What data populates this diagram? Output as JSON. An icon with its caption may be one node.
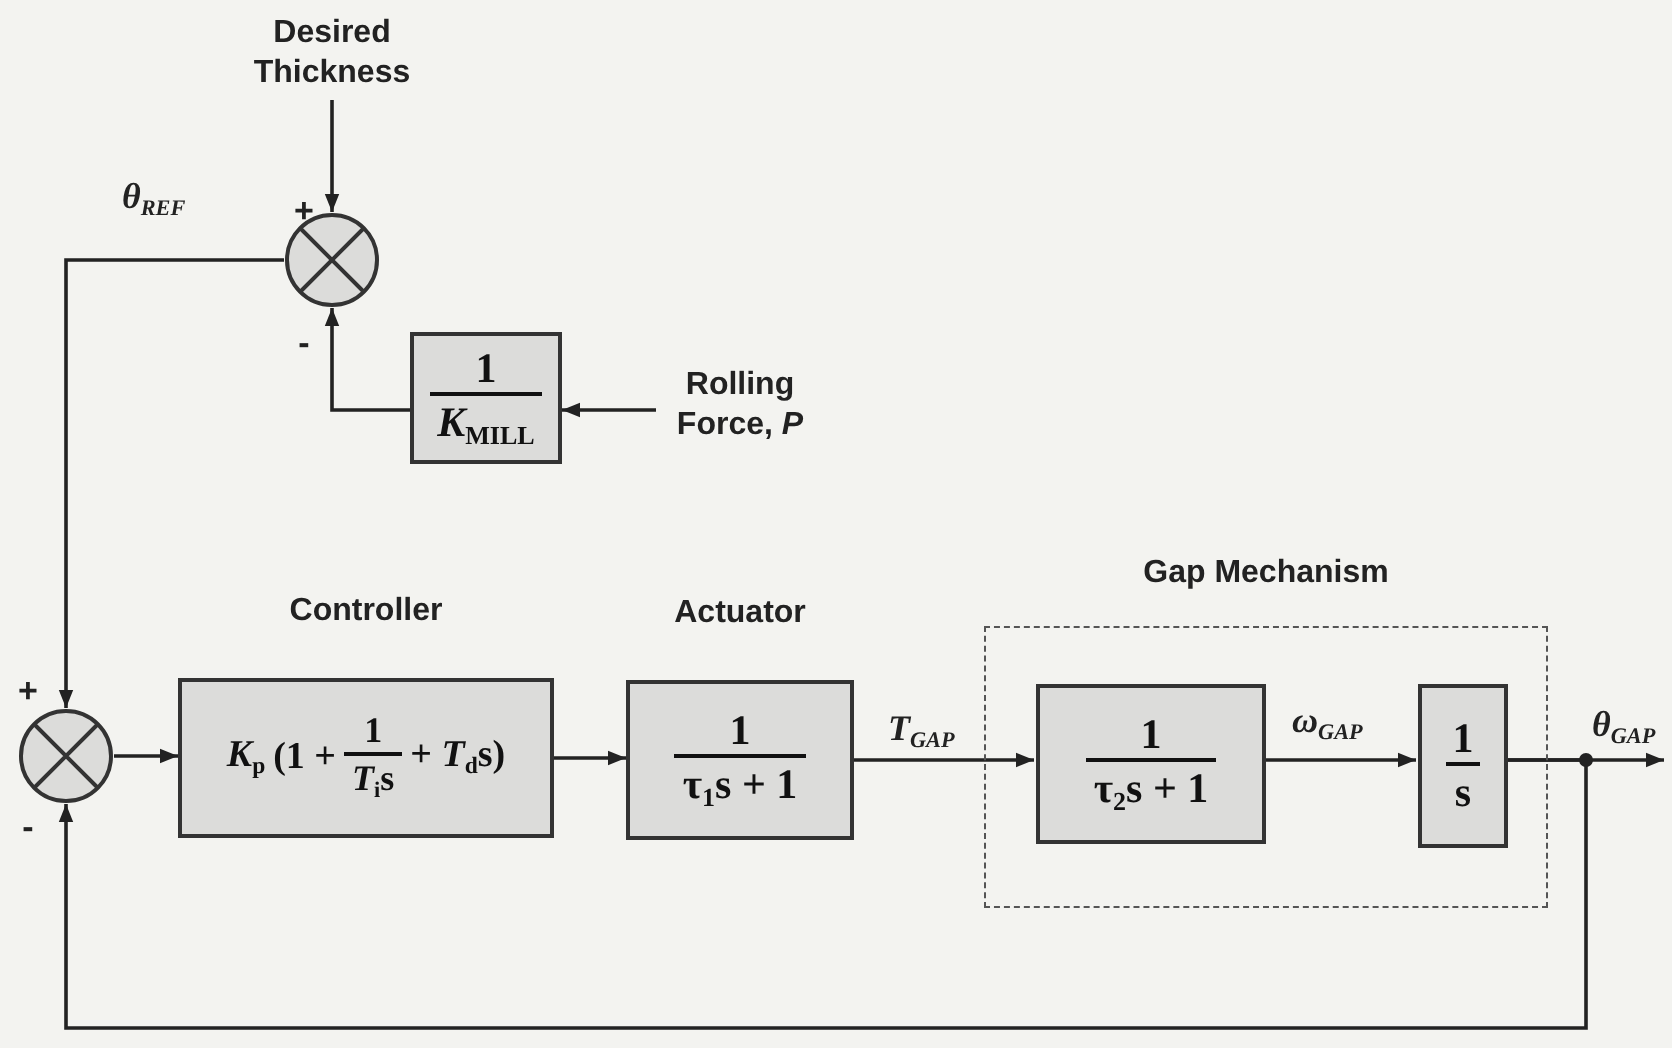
{
  "diagram": {
    "nodes": [
      {
        "text": [
          "Desired Thickness"
        ]
      },
      {
        "text": [],
        "shape": "circle"
      },
      {
        "text": [
          "1",
          "*K*$_{MILL}$"
        ]
      },
      {
        "text": [
          "Rolling Force, *P*"
        ]
      },
      {
        "text": [],
        "shape": "circle"
      },
      {
        "text": [
          "Controller",
          "*K*$_{p}$",
          "(1 +",
          "1",
          "*T*$_{i}$s",
          "+ *T*$_{d}$s)"
        ]
      },
      {
        "text": [
          "Actuator",
          "1",
          "τ$_{1}$s + 1"
        ]
      },
      {
        "text": [
          "Gap Mechanism"
        ]
      },
      {
        "text": [
          "1",
          "τ$_{2}$s + 1"
        ],
        "in": 7
      },
      {
        "text": [
          "1",
          "s"
        ],
        "in": 7
      }
    ],
    "edges": [
      {
        "from": 0,
        "to": 1,
        "arrow": "to"
      },
      {
        "from": 1,
        "to": 4,
        "arrow": "to",
        "label": "θ$_{REF}$"
      },
      {
        "from": 2,
        "to": 1,
        "arrow": "to"
      },
      {
        "from": 3,
        "to": 2,
        "arrow": "to"
      },
      {
        "from": 4,
        "to": 5,
        "arrow": "to"
      },
      {
        "from": 5,
        "to": 6,
        "arrow": "to"
      },
      {
        "from": 6,
        "to": 8,
        "arrow": "to",
        "label": "T$_{GAP}$"
      },
      {
        "from": 8,
        "to": 9,
        "arrow": "to",
        "label": "ω$_{GAP}$"
      },
      {
        "from": 9,
        "to": null,
        "arrow": "to",
        "label": "θ$_{GAP}$"
      },
      {
        "from": 9,
        "to": 4,
        "arrow": "to"
      }
    ],
    "labels": [
      "+",
      "-",
      "+",
      "-"
    ]
  }
}
